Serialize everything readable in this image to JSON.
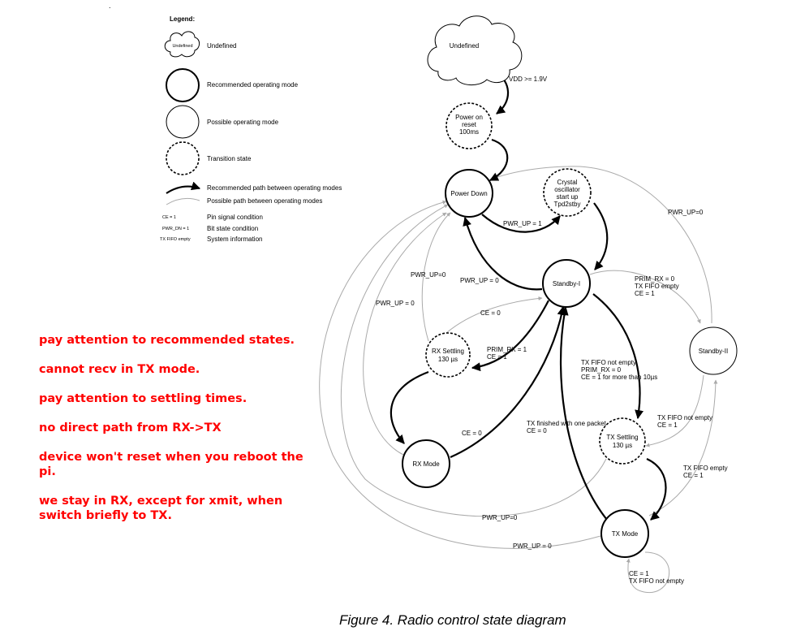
{
  "legend": {
    "title": "Legend:",
    "items": [
      {
        "symbol_text": "Undefined",
        "label": "Undefined"
      },
      {
        "symbol_text": "",
        "label": "Recommended operating mode"
      },
      {
        "symbol_text": "",
        "label": "Possible operating mode"
      },
      {
        "symbol_text": "",
        "label": "Transition state"
      },
      {
        "symbol_text": "",
        "label": "Recommended path between operating modes"
      },
      {
        "symbol_text": "",
        "label": "Possible path between operating modes"
      },
      {
        "symbol_text": "CE = 1",
        "label": "Pin signal condition"
      },
      {
        "symbol_text": "PWR_DN = 1",
        "label": "Bit state condition"
      },
      {
        "symbol_text": "TX FIFO empty",
        "label": "System information"
      }
    ]
  },
  "states": {
    "undefined": {
      "lines": [
        "Undefined"
      ]
    },
    "power_on_reset": {
      "lines": [
        "Power on",
        "reset",
        "100ms"
      ]
    },
    "power_down": {
      "lines": [
        "Power Down"
      ]
    },
    "crystal": {
      "lines": [
        "Crystal",
        "oscillator",
        "start up",
        "Tpd2stby"
      ]
    },
    "standby_1": {
      "lines": [
        "Standby-I"
      ]
    },
    "standby_2": {
      "lines": [
        "Standby-II"
      ]
    },
    "rx_settling": {
      "lines": [
        "RX Settling",
        "130 µs"
      ]
    },
    "rx_mode": {
      "lines": [
        "RX Mode"
      ]
    },
    "tx_settling": {
      "lines": [
        "TX Settling",
        "130 µs"
      ]
    },
    "tx_mode": {
      "lines": [
        "TX Mode"
      ]
    }
  },
  "edge_labels": {
    "vdd": "VDD >= 1.9V",
    "pd_to_xtal": "PWR_UP = 1",
    "sb_to_pd": "PWR_UP = 0",
    "sb2_to_pd": "PWR_UP=0",
    "rxs_to_pd": "PWR_UP=0",
    "rx_to_pd": "PWR_UP = 0",
    "rxs_to_sb": "CE = 0",
    "sb_to_rxs": [
      "PRIM_RX = 1",
      "CE = 1"
    ],
    "rx_to_sb": "CE = 0",
    "sb_to_sb2": [
      "PRIM_RX = 0",
      "TX FIFO empty",
      "CE = 1"
    ],
    "sb_to_txs": [
      "TX FIFO not empty",
      "PRIM_RX = 0",
      "CE = 1  for more than 10µs"
    ],
    "tx_to_sb": [
      "TX finished with one packet",
      "CE = 0"
    ],
    "sb2_to_txs": [
      "TX FIFO not empty",
      "CE = 1"
    ],
    "tx_to_sb2": [
      "TX FIFO empty",
      "CE = 1"
    ],
    "txs_to_pd": "PWR_UP=0",
    "tx_to_pd": "PWR_UP = 0",
    "tx_self": [
      "CE = 1",
      "TX FIFO not empty"
    ]
  },
  "notes": [
    "pay attention to recommended states.",
    "cannot recv in TX mode.",
    "pay attention to settling times.",
    "no direct path from RX->TX",
    "device won't reset when you reboot the pi.",
    "we stay in RX, except for xmit, when switch briefly to TX."
  ],
  "caption": "Figure 4. Radio control state diagram",
  "decor": {
    "dot": "."
  }
}
